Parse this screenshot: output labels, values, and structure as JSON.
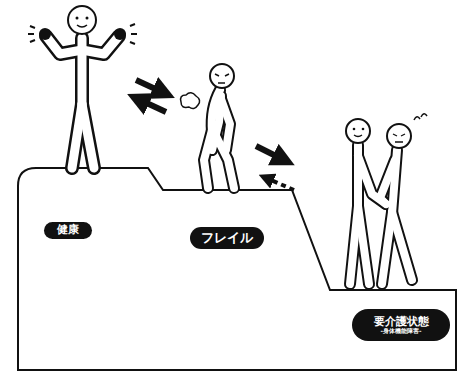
{
  "diagram": {
    "nodes": [
      {
        "text": [
          "健康"
        ]
      },
      {
        "text": [
          "フレイル"
        ]
      },
      {
        "text": [
          "要介護状態",
          "-身体機能障害-"
        ]
      }
    ]
  }
}
